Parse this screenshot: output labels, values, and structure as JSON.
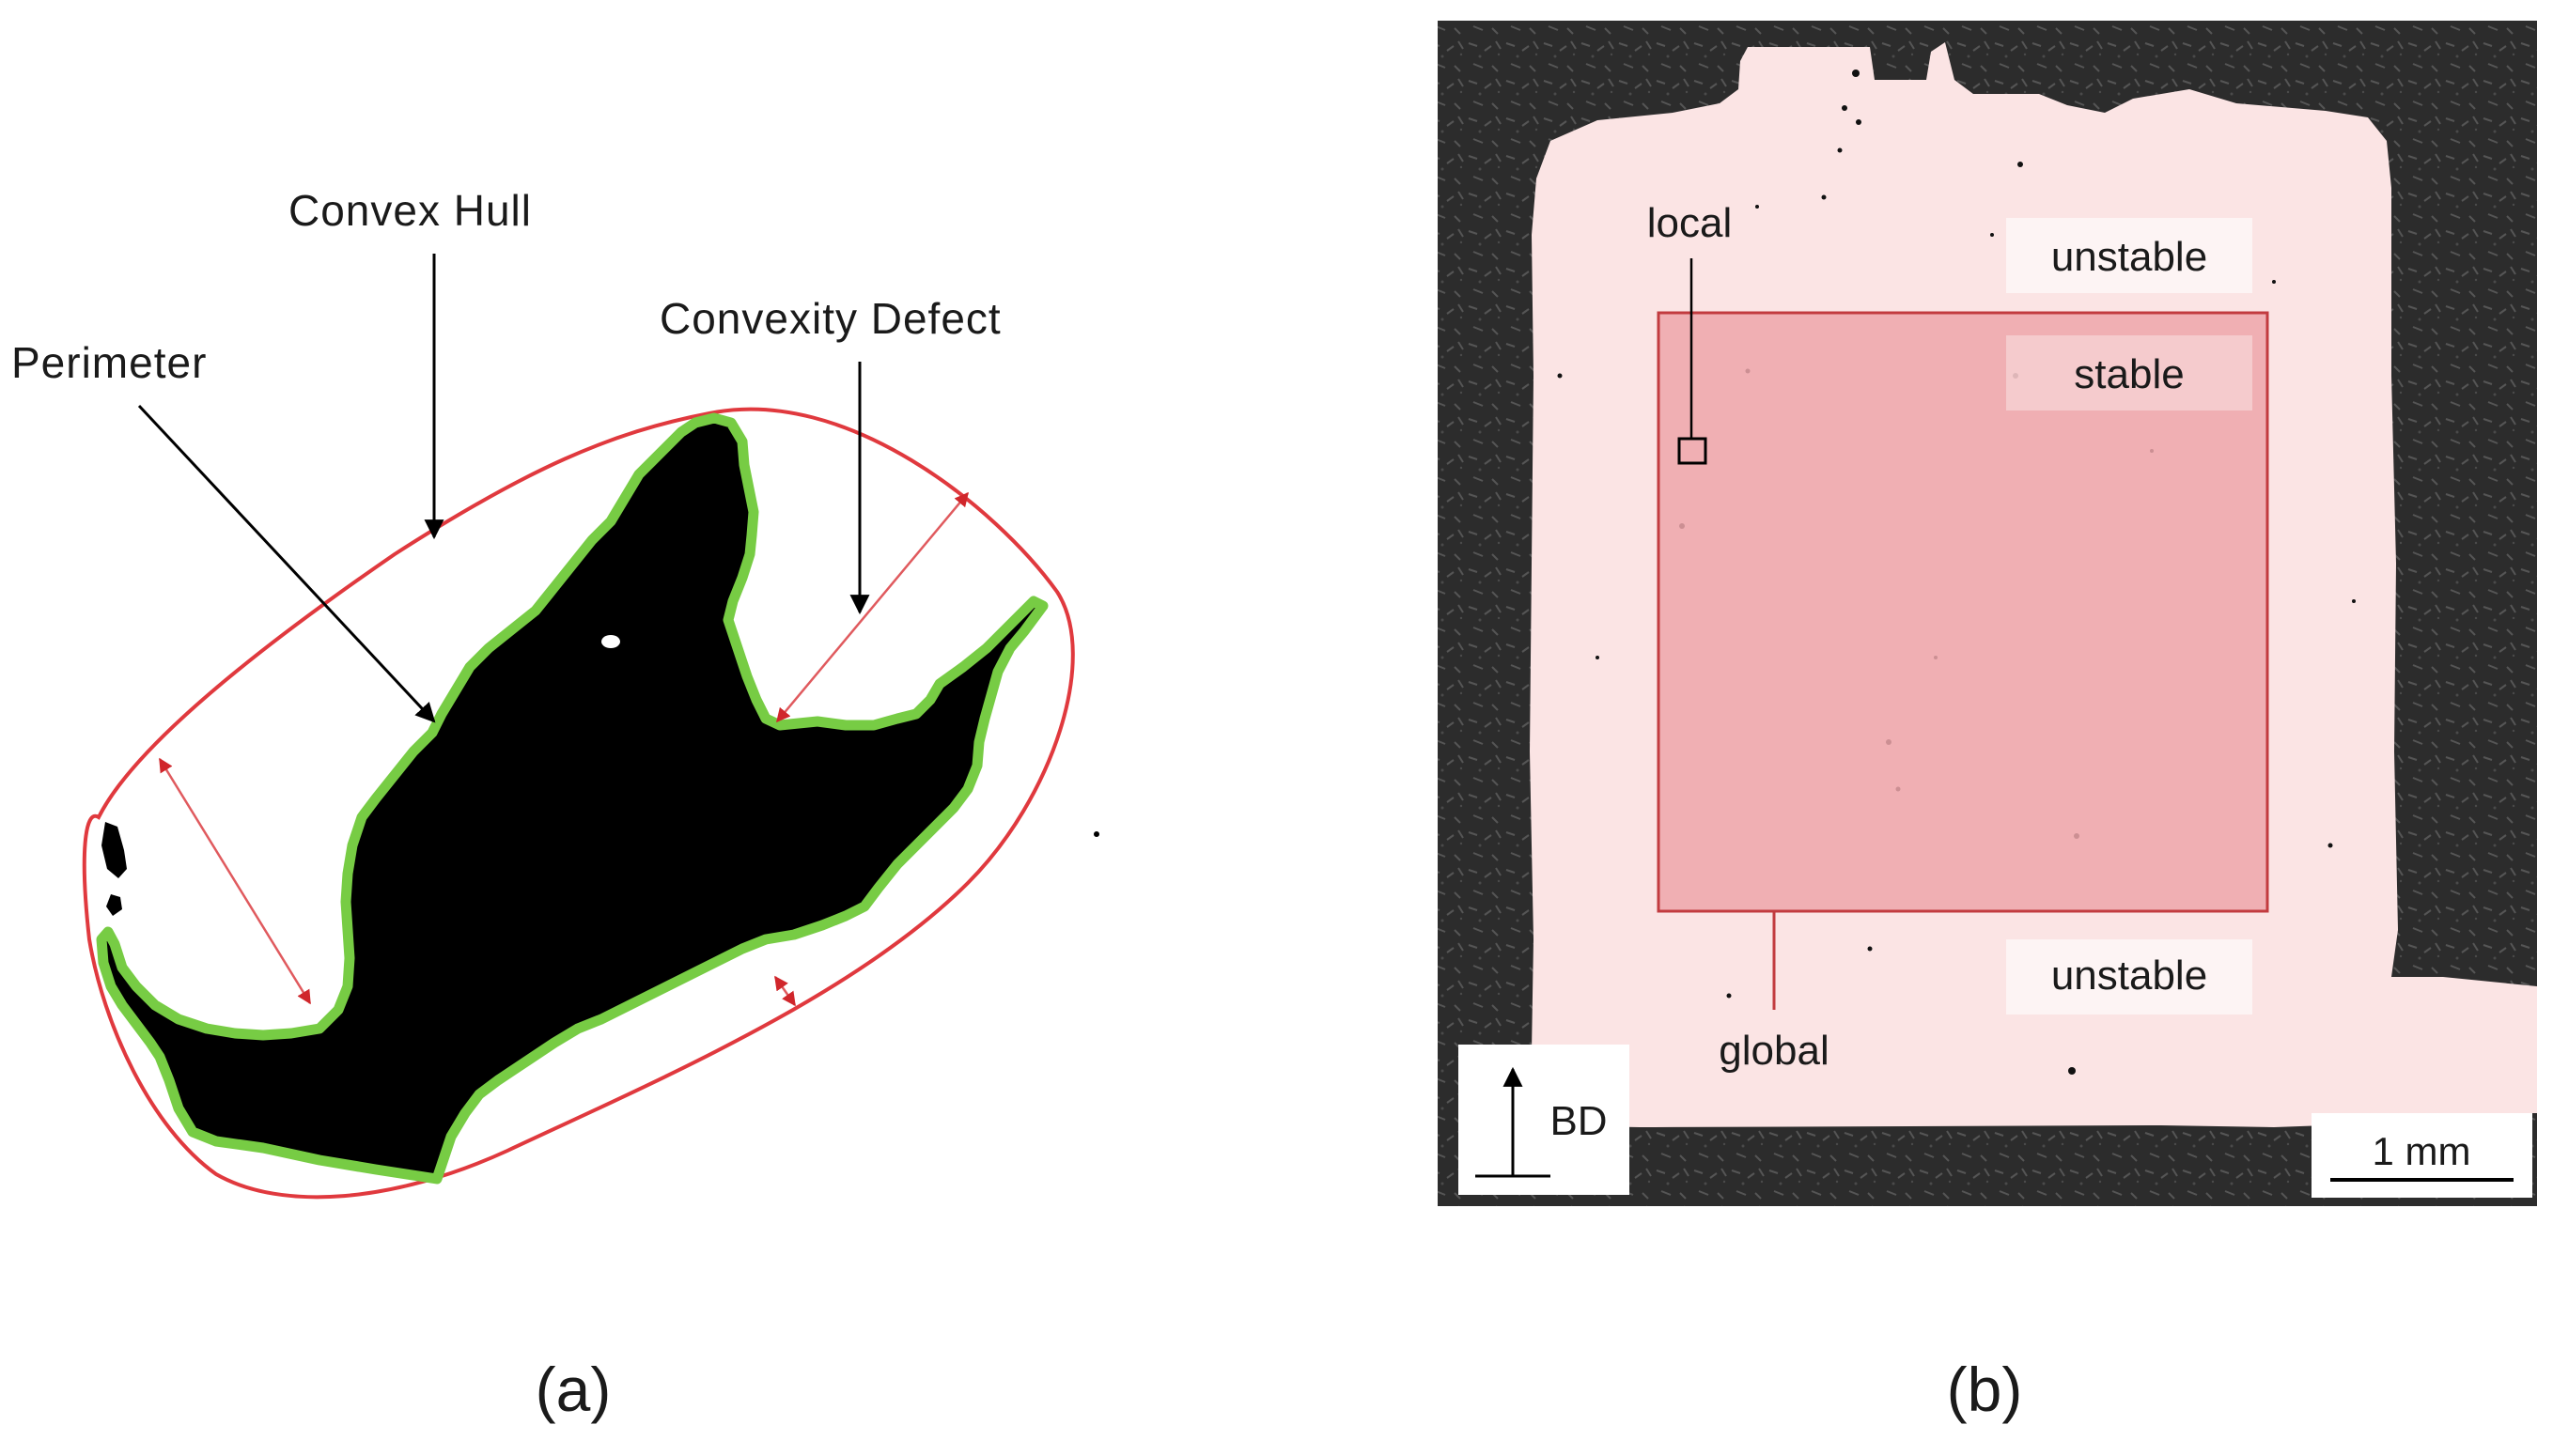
{
  "panel_a": {
    "caption": "(a)",
    "labels": {
      "convex_hull": "Convex Hull",
      "convexity_defect": "Convexity Defect",
      "perimeter": "Perimeter"
    },
    "colors": {
      "hull": "#e0393e",
      "perimeter": "#77cc44",
      "particle": "#000000"
    }
  },
  "panel_b": {
    "caption": "(b)",
    "labels": {
      "local": "local",
      "unstable_top": "unstable",
      "stable": "stable",
      "unstable_bottom": "unstable",
      "global": "global",
      "build_direction": "BD",
      "scale_bar": "1 mm"
    },
    "colors": {
      "background": "#2b2b2b",
      "specimen": "#fbe4e4",
      "global_region": "#eda6aa",
      "global_border": "#c23b3f"
    }
  }
}
